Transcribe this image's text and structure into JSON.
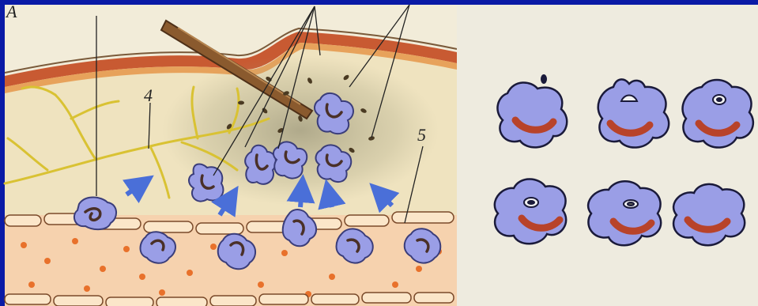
{
  "labels": {
    "corner": "А",
    "nerve": "4",
    "vessel": "5"
  },
  "colors": {
    "background": "#0a1aa6",
    "cell": "#9a9ee6",
    "nucleus": "#c2542e",
    "tissue": "#efe3bf",
    "skin": "#c85a32",
    "nerve": "#d9c233",
    "arrow": "#4a6fd8",
    "blood": "#f6d2ae",
    "rbc": "#e8712b"
  },
  "icons": [
    "splinter-icon",
    "arrow-icon",
    "leukocyte-icon",
    "bacterium-icon"
  ]
}
